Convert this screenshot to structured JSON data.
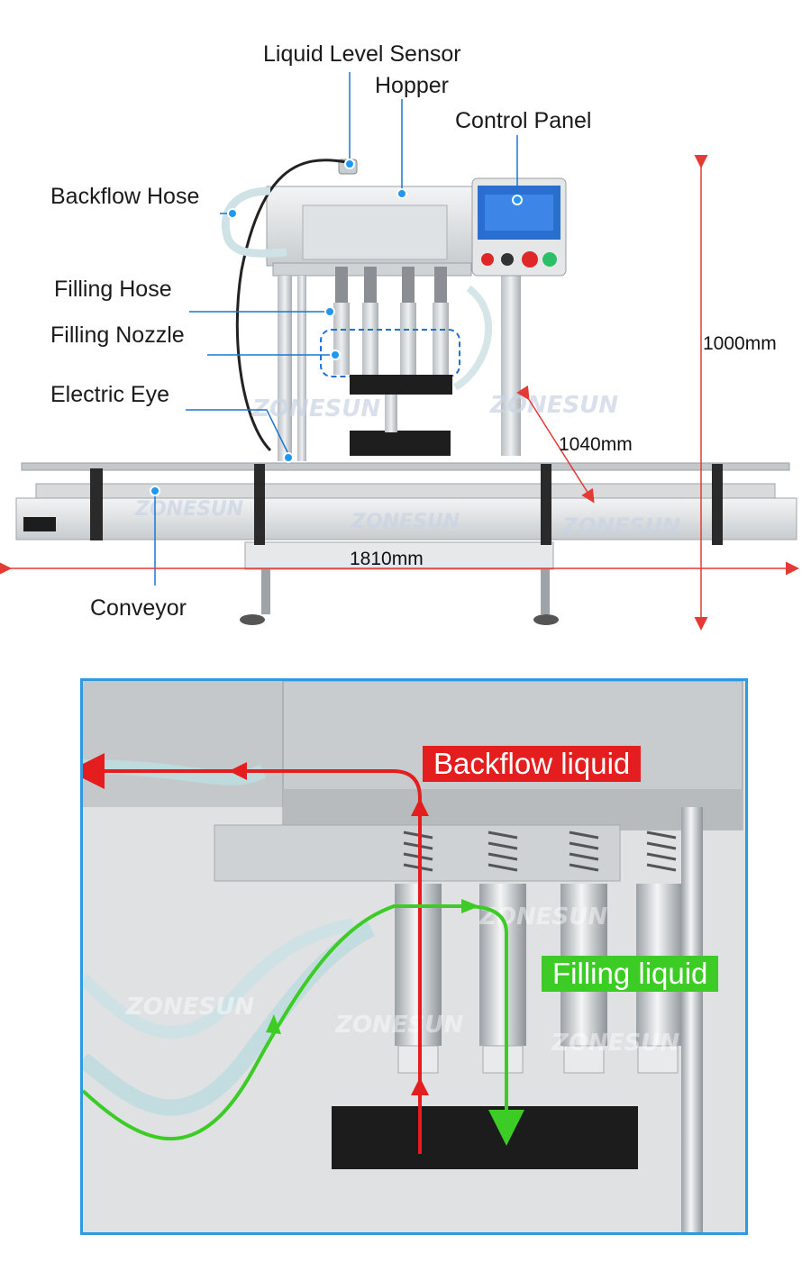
{
  "brand": "ZONESUN",
  "labels": {
    "liquid_level_sensor": "Liquid Level Sensor",
    "hopper": "Hopper",
    "control_panel": "Control Panel",
    "backflow_hose": "Backflow Hose",
    "filling_hose": "Filling Hose",
    "filling_nozzle": "Filling Nozzle",
    "electric_eye": "Electric Eye",
    "conveyor": "Conveyor"
  },
  "dimensions": {
    "height": "1000mm",
    "width": "1040mm",
    "length": "1810mm"
  },
  "detail": {
    "backflow": "Backflow liquid",
    "filling": "Filling liquid"
  },
  "colors": {
    "callout_dot": "#2196f3",
    "callout_line": "#1976d2",
    "dim_arrow": "#e53935",
    "frame_border": "#2d9be0",
    "backflow_red": "#e41e1e",
    "filling_green": "#3dcc25"
  }
}
